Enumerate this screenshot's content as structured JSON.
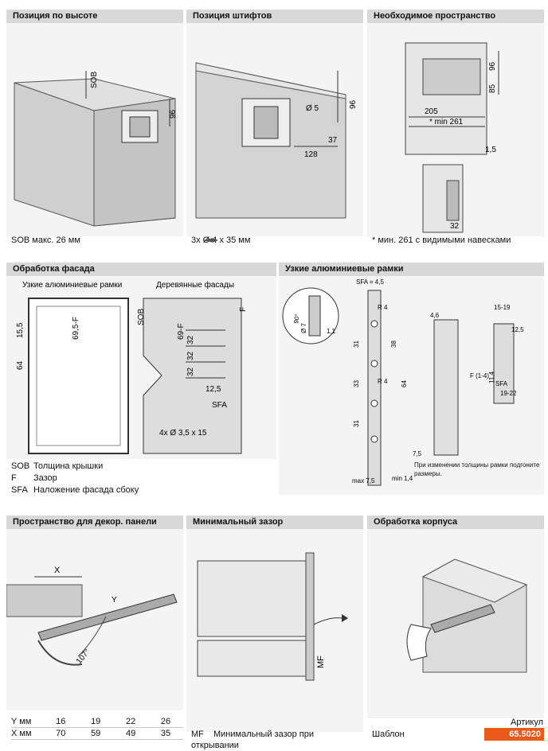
{
  "panels": {
    "height_position": {
      "title": "Позиция по высоте",
      "caption": "SOB макс. 26 мм",
      "labels": {
        "sob": "SOB",
        "d96": "96"
      }
    },
    "dowel_position": {
      "title": "Позиция штифтов",
      "caption": "3x       Ø 4 x 35 мм",
      "labels": {
        "d96": "96",
        "d5": "Ø 5",
        "d128": "128",
        "d37": "37"
      }
    },
    "required_space": {
      "title": "Необходимое пространство",
      "caption": "* мин. 261 с видимыми навесками",
      "labels": {
        "d96": "96",
        "d85": "85",
        "d205": "205",
        "min261": "* min 261",
        "d15": "1,5",
        "d32": "32"
      }
    },
    "front_machining": {
      "title": "Обработка фасада",
      "sub_left": "Узкие алюминиевые рамки",
      "sub_right": "Деревянные фасады",
      "labels": {
        "d155": "15,5",
        "d64": "64",
        "d695f": "69,5-F",
        "sob": "SOB",
        "f": "F",
        "d69f": "69-F",
        "d32a": "32",
        "d32b": "32",
        "d32c": "32",
        "d125": "12,5",
        "sfa": "SFA",
        "screws": "4x      Ø 3,5 x 15"
      },
      "legend": [
        {
          "key": "SOB",
          "text": "Толщина крышки"
        },
        {
          "key": "F",
          "text": "Зазор"
        },
        {
          "key": "SFA",
          "text": "Наложение фасада сбоку"
        }
      ]
    },
    "aluminium_frames": {
      "title": "Узкие алюминиевые рамки",
      "labels": {
        "sfa45": "SFA = 4,5",
        "deg90": "90°",
        "d7": "Ø 7",
        "r4a": "R 4",
        "r4b": "R 4",
        "d11": "1,1",
        "d31a": "31",
        "d38": "38",
        "d33": "33",
        "d64": "64",
        "d31b": "31",
        "d46": "4,6",
        "d75": "7,5",
        "max75": "max 7,5",
        "min14": "min 1,4",
        "d1519": "15-19",
        "d125": "12,5",
        "d114": "11,4",
        "f14": "F (1-4)",
        "sfa": "SFA",
        "d1922": "19-22"
      },
      "note": "При изменении толщины рамки подгоните размеры."
    },
    "deco_space": {
      "title": "Пространство для декор. панели",
      "labels": {
        "x": "X",
        "y": "Y",
        "deg107": "107°"
      },
      "table": {
        "rows": [
          {
            "label": "Y мм",
            "values": [
              "16",
              "19",
              "22",
              "26"
            ]
          },
          {
            "label": "X мм",
            "values": [
              "70",
              "59",
              "49",
              "35"
            ]
          }
        ]
      }
    },
    "min_gap": {
      "title": "Минимальный зазор",
      "labels": {
        "mf": "MF"
      },
      "caption_key": "MF",
      "caption": "Минимальный зазор при открывании"
    },
    "carcass_machining": {
      "title": "Обработка корпуса",
      "caption": "Шаблон"
    }
  },
  "article": {
    "label": "Артикул",
    "number": "65.5020"
  },
  "colors": {
    "header_bg": "#d8d8d8",
    "figure_bg": "#f4f4f4",
    "accent": "#e8591a"
  }
}
